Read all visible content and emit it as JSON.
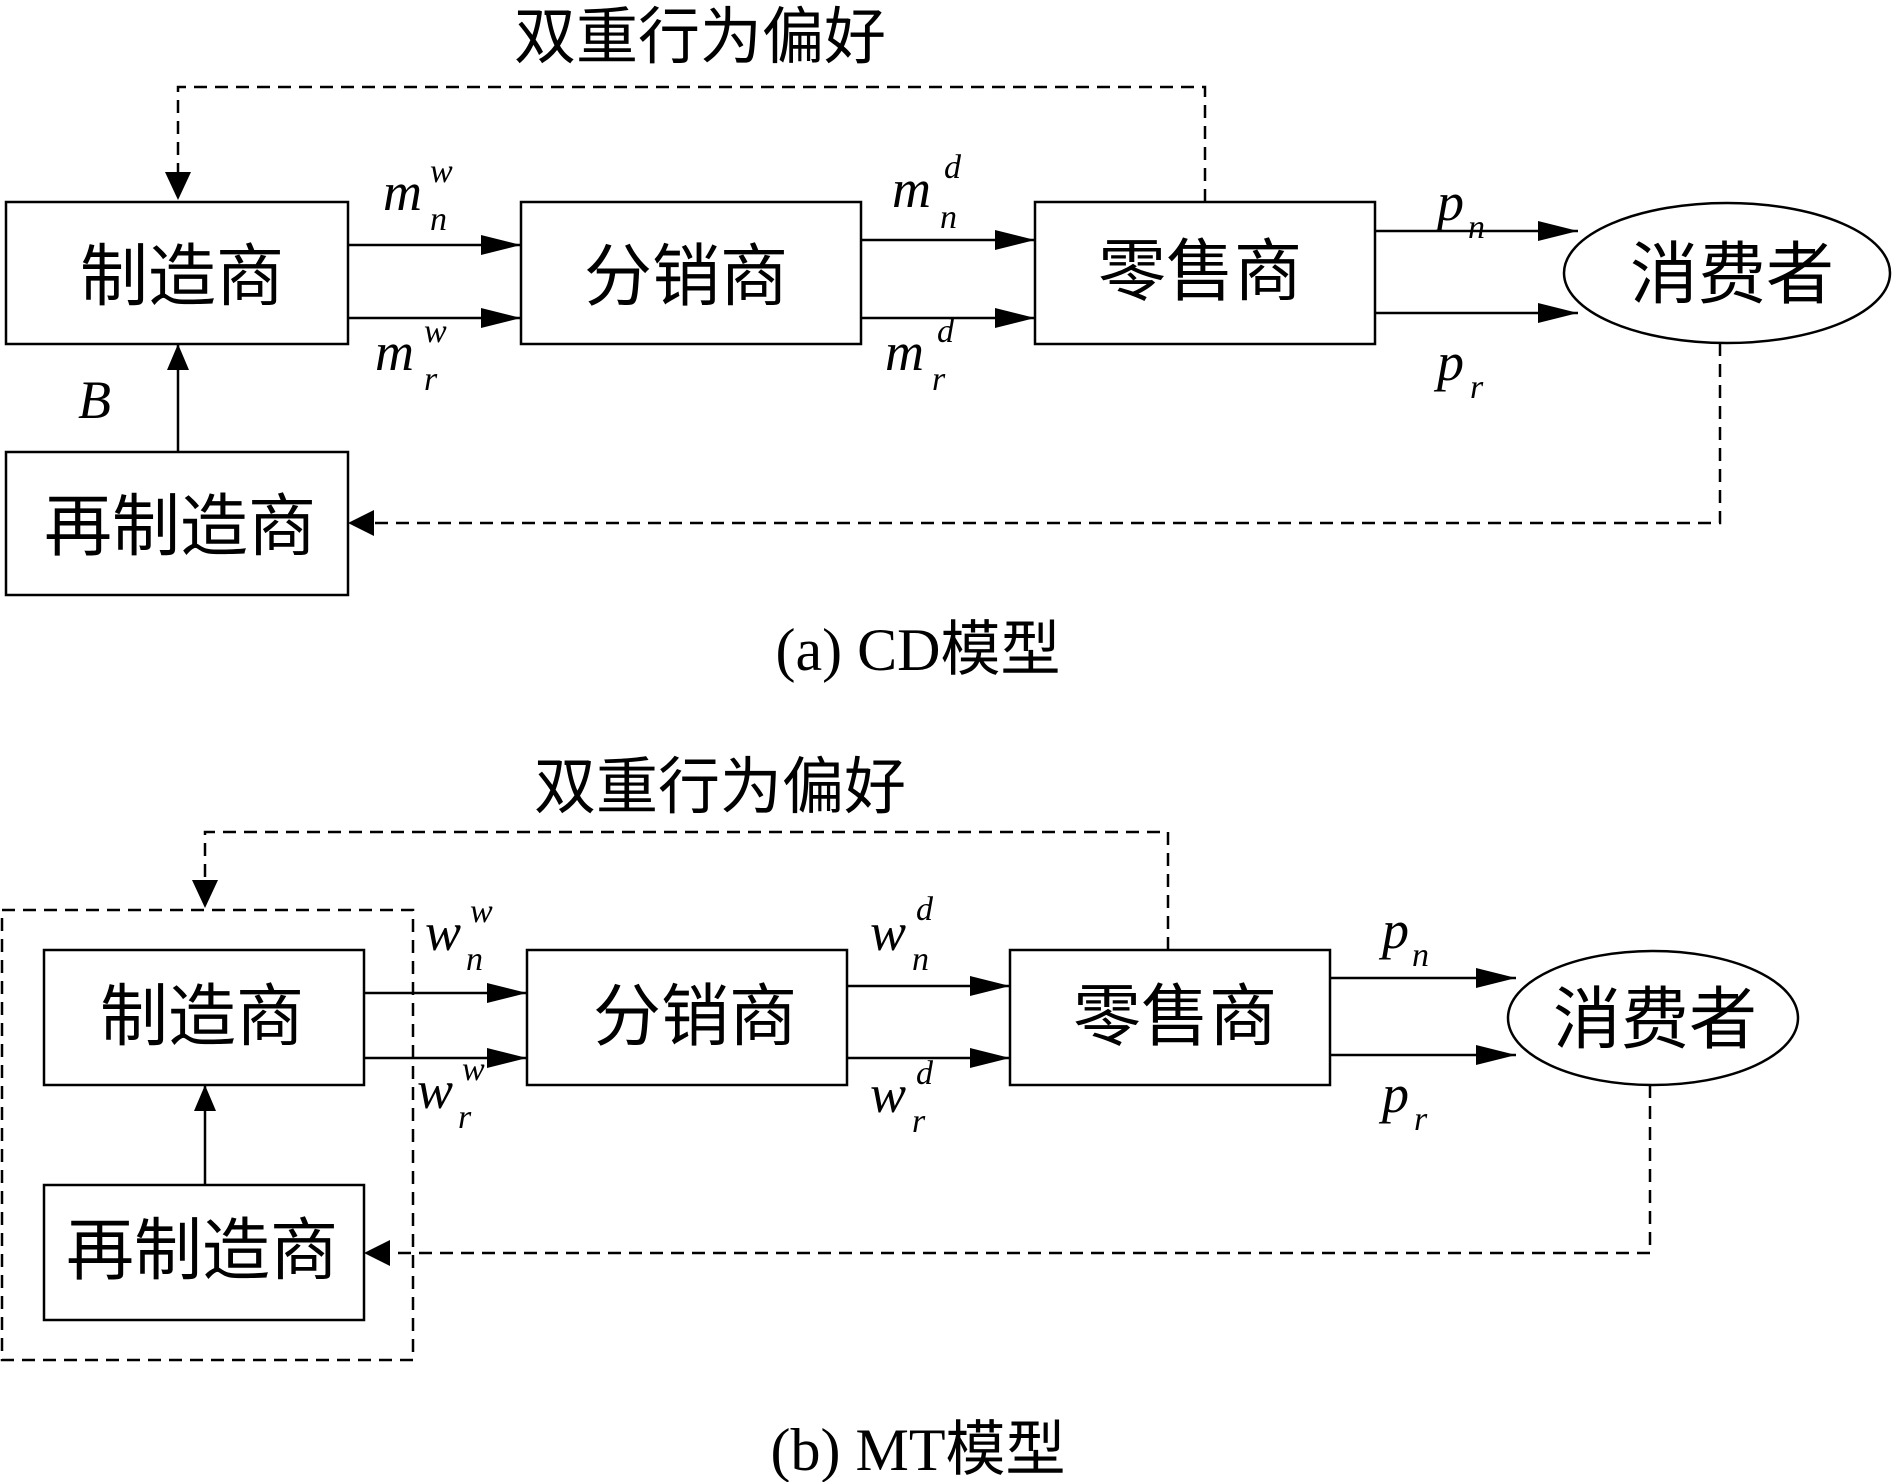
{
  "panel_a": {
    "caption": "(a) CD模型",
    "preference_label": "双重行为偏好",
    "nodes": {
      "manufacturer": "制造商",
      "distributor": "分销商",
      "retailer": "零售商",
      "consumer": "消费者",
      "remanufacturer": "再制造商"
    },
    "edge_labels": {
      "m_n_w": {
        "base": "m",
        "sup": "w",
        "sub": "n"
      },
      "m_r_w": {
        "base": "m",
        "sup": "w",
        "sub": "r"
      },
      "m_n_d": {
        "base": "m",
        "sup": "d",
        "sub": "n"
      },
      "m_r_d": {
        "base": "m",
        "sup": "d",
        "sub": "r"
      },
      "p_n": {
        "base": "p",
        "sub": "n"
      },
      "p_r": {
        "base": "p",
        "sub": "r"
      },
      "B": "B"
    }
  },
  "panel_b": {
    "caption": "(b) MT模型",
    "preference_label": "双重行为偏好",
    "nodes": {
      "manufacturer": "制造商",
      "distributor": "分销商",
      "retailer": "零售商",
      "consumer": "消费者",
      "remanufacturer": "再制造商"
    },
    "edge_labels": {
      "w_n_w": {
        "base": "w",
        "sup": "w",
        "sub": "n"
      },
      "w_r_w": {
        "base": "w",
        "sup": "w",
        "sub": "r"
      },
      "w_n_d": {
        "base": "w",
        "sup": "d",
        "sub": "n"
      },
      "w_r_d": {
        "base": "w",
        "sup": "d",
        "sub": "r"
      },
      "p_n": {
        "base": "p",
        "sub": "n"
      },
      "p_r": {
        "base": "p",
        "sub": "r"
      }
    }
  }
}
